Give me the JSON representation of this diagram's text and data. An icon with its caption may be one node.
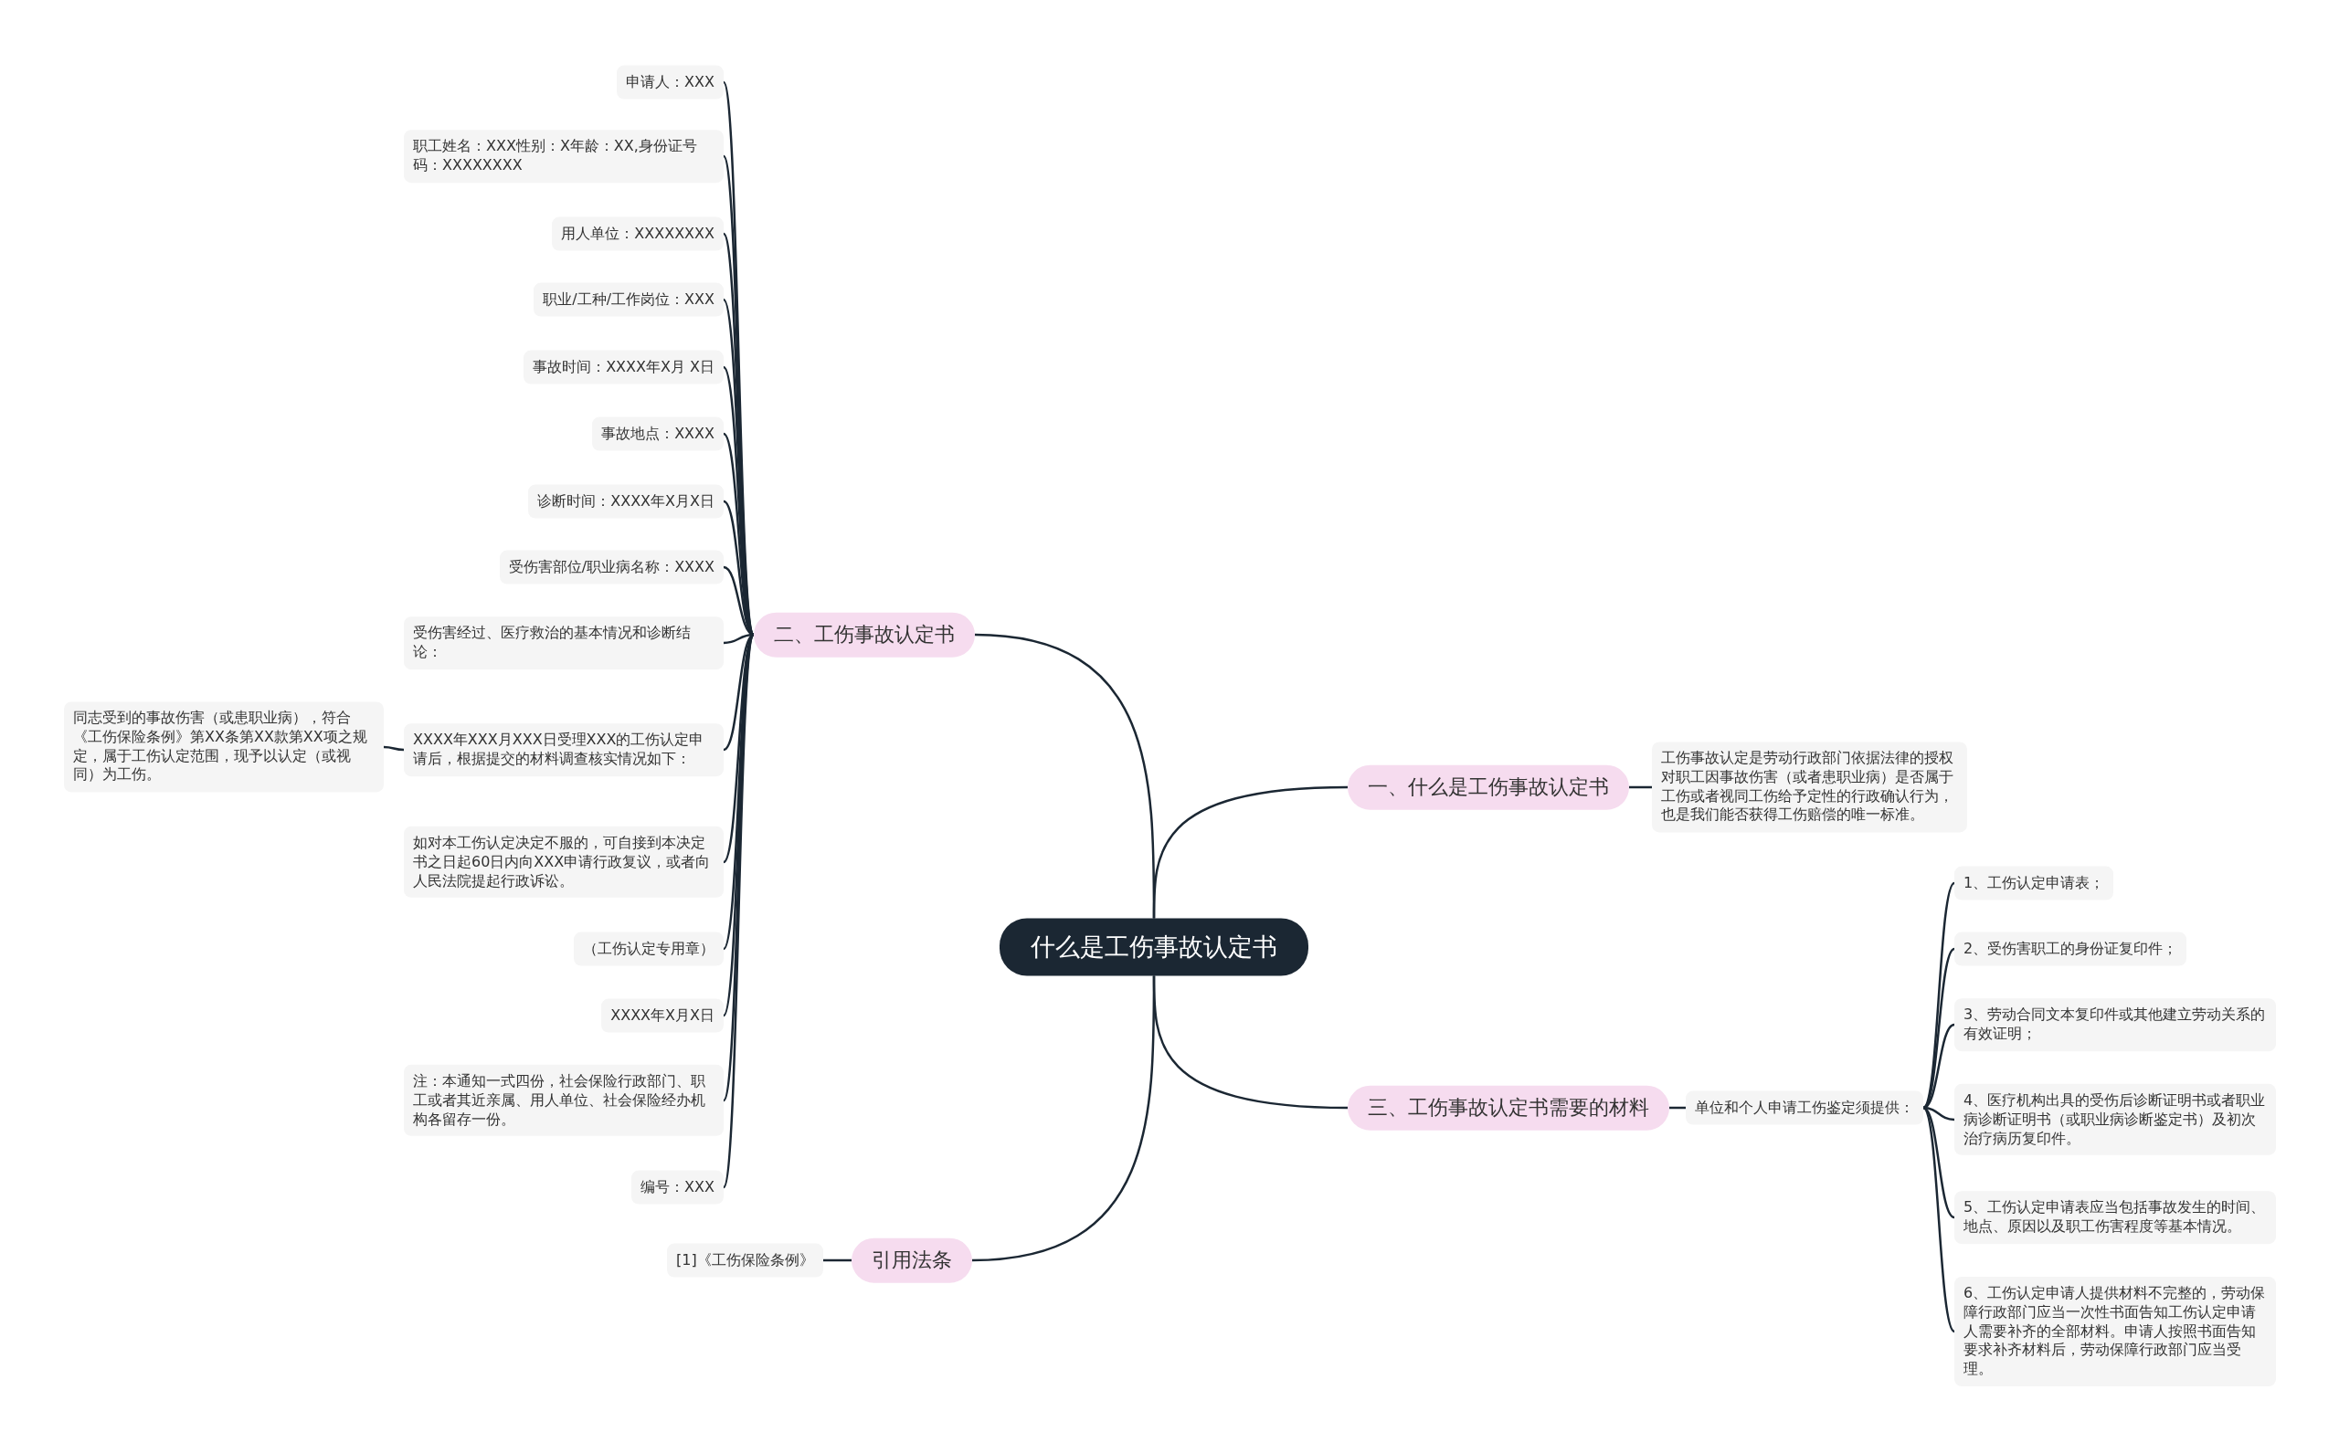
{
  "diagram": {
    "nodes": [
      {
        "text": [
          "什么是工伤事故认定书"
        ]
      },
      {
        "text": [
          "二、工伤事故认定书"
        ]
      },
      {
        "text": [
          "申请人：XXX"
        ]
      },
      {
        "text": [
          "职工姓名：XXX性别：X年龄：XX,身份证号码：XXXXXXXX"
        ]
      },
      {
        "text": [
          "用人单位：XXXXXXXX"
        ]
      },
      {
        "text": [
          "职业/工种/工作岗位：XXX"
        ]
      },
      {
        "text": [
          "事故时间：XXXX年X月 X日"
        ]
      },
      {
        "text": [
          "事故地点：XXXX"
        ]
      },
      {
        "text": [
          "诊断时间：XXXX年X月X日"
        ]
      },
      {
        "text": [
          "受伤害部位/职业病名称：XXXX"
        ]
      },
      {
        "text": [
          "受伤害经过、医疗救治的基本情况和诊断结论："
        ]
      },
      {
        "text": [
          "XXXX年XXX月XXX日受理XXX的工伤认定申请后，根据提交的材料调查核实情况如下："
        ]
      },
      {
        "text": [
          "同志受到的事故伤害（或患职业病），符合《工伤保险条例》第XX条第XX款第XX项之规定，属于工伤认定范围，现予以认定（或视同）为工伤。"
        ]
      },
      {
        "text": [
          "如对本工伤认定决定不服的，可自接到本决定书之日起60日内向XXX申请行政复议，或者向人民法院提起行政诉讼。"
        ]
      },
      {
        "text": [
          "（工伤认定专用章）"
        ]
      },
      {
        "text": [
          "XXXX年X月X日"
        ]
      },
      {
        "text": [
          "注：本通知一式四份，社会保险行政部门、职工或者其近亲属、用人单位、社会保险经办机构各留存一份。"
        ]
      },
      {
        "text": [
          "编号：XXX"
        ]
      },
      {
        "text": [
          "一、什么是工伤事故认定书"
        ]
      },
      {
        "text": [
          "工伤事故认定是劳动行政部门依据法律的授权对职工因事故伤害（或者患职业病）是否属于工伤或者视同工伤给予定性的行政确认行为，也是我们能否获得工伤赔偿的唯一标准。"
        ]
      },
      {
        "text": [
          "三、工伤事故认定书需要的材料"
        ]
      },
      {
        "text": [
          "单位和个人申请工伤鉴定须提供："
        ]
      },
      {
        "text": [
          "1、工伤认定申请表；"
        ]
      },
      {
        "text": [
          "2、受伤害职工的身份证复印件；"
        ]
      },
      {
        "text": [
          "3、劳动合同文本复印件或其他建立劳动关系的有效证明；"
        ]
      },
      {
        "text": [
          "4、医疗机构出具的受伤后诊断证明书或者职业病诊断证明书（或职业病诊断鉴定书）及初次治疗病历复印件。"
        ]
      },
      {
        "text": [
          "5、工伤认定申请表应当包括事故发生的时间、地点、原因以及职工伤害程度等基本情况。"
        ]
      },
      {
        "text": [
          "6、工伤认定申请人提供材料不完整的，劳动保障行政部门应当一次性书面告知工伤认定申请人需要补齐的全部材料。申请人按照书面告知要求补齐材料后，劳动保障行政部门应当受理。"
        ]
      },
      {
        "text": [
          "引用法条"
        ]
      },
      {
        "text": [
          "[1]《工伤保险条例》"
        ]
      }
    ],
    "edges": [
      {
        "from": 0,
        "to": 1,
        "arrow": "none"
      },
      {
        "from": 0,
        "to": 18,
        "arrow": "none"
      },
      {
        "from": 0,
        "to": 20,
        "arrow": "none"
      },
      {
        "from": 0,
        "to": 28,
        "arrow": "none"
      },
      {
        "from": 1,
        "to": 2,
        "arrow": "none"
      },
      {
        "from": 1,
        "to": 3,
        "arrow": "none"
      },
      {
        "from": 1,
        "to": 4,
        "arrow": "none"
      },
      {
        "from": 1,
        "to": 5,
        "arrow": "none"
      },
      {
        "from": 1,
        "to": 6,
        "arrow": "none"
      },
      {
        "from": 1,
        "to": 7,
        "arrow": "none"
      },
      {
        "from": 1,
        "to": 8,
        "arrow": "none"
      },
      {
        "from": 1,
        "to": 9,
        "arrow": "none"
      },
      {
        "from": 1,
        "to": 10,
        "arrow": "none"
      },
      {
        "from": 1,
        "to": 11,
        "arrow": "none"
      },
      {
        "from": 11,
        "to": 12,
        "arrow": "none"
      },
      {
        "from": 1,
        "to": 13,
        "arrow": "none"
      },
      {
        "from": 1,
        "to": 14,
        "arrow": "none"
      },
      {
        "from": 1,
        "to": 15,
        "arrow": "none"
      },
      {
        "from": 1,
        "to": 16,
        "arrow": "none"
      },
      {
        "from": 1,
        "to": 17,
        "arrow": "none"
      },
      {
        "from": 18,
        "to": 19,
        "arrow": "none"
      },
      {
        "from": 20,
        "to": 21,
        "arrow": "none"
      },
      {
        "from": 21,
        "to": 22,
        "arrow": "none"
      },
      {
        "from": 21,
        "to": 23,
        "arrow": "none"
      },
      {
        "from": 21,
        "to": 24,
        "arrow": "none"
      },
      {
        "from": 21,
        "to": 25,
        "arrow": "none"
      },
      {
        "from": 21,
        "to": 26,
        "arrow": "none"
      },
      {
        "from": 21,
        "to": 27,
        "arrow": "none"
      },
      {
        "from": 28,
        "to": 29,
        "arrow": "none"
      }
    ]
  }
}
